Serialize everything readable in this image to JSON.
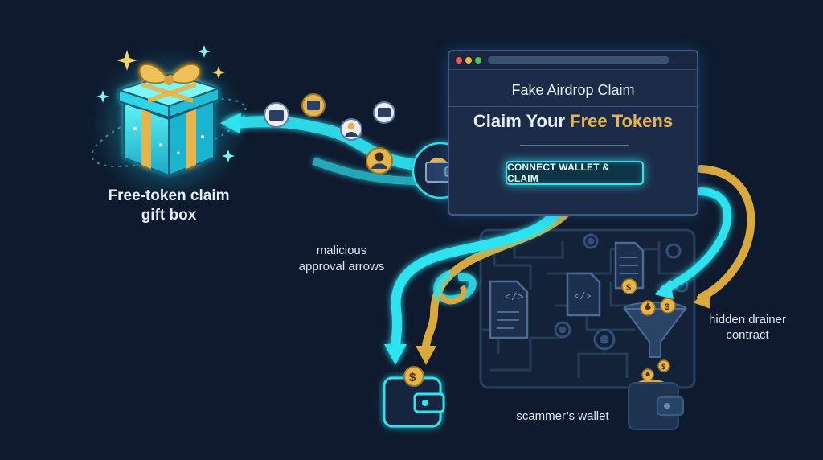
{
  "gift_box": {
    "label_line1": "Free-token claim",
    "label_line2": "gift box"
  },
  "browser": {
    "title": "Fake Airdrop Claim",
    "heading_prefix": "Claim Your ",
    "heading_highlight": "Free Tokens",
    "connect_button": "CONNECT WALLET & CLAIM"
  },
  "labels": {
    "arrows_line1": "malicious",
    "arrows_line2": "approval arrows",
    "drainer_line1": "hidden drainer",
    "drainer_line2": "contract",
    "scammer_wallet": "scammer’s wallet"
  },
  "icons": {
    "dollar": "$",
    "code": "</>"
  },
  "colors": {
    "background": "#0f1a2e",
    "cyan": "#2fe3f0",
    "gold": "#d9a93c",
    "panel": "#1c2c48"
  }
}
